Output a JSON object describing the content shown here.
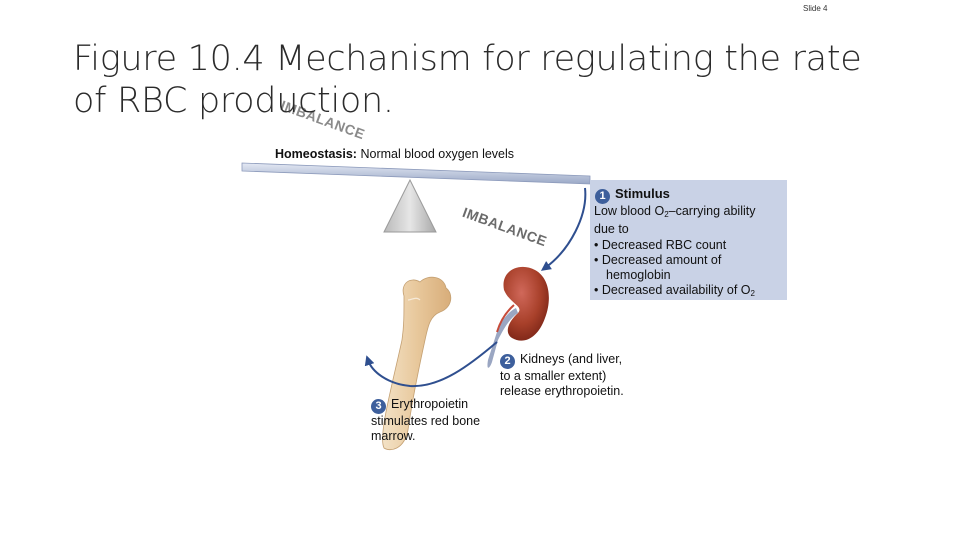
{
  "slide": {
    "number_label": "Slide 4"
  },
  "title": {
    "line1": "Figure 10.4 Mechanism for regulating the rate",
    "line2": "of RBC production."
  },
  "homeostasis": {
    "label": "Homeostasis:",
    "text": "Normal blood oxygen levels"
  },
  "imbalance_label": "IMBALANCE",
  "stimulus": {
    "number": "1",
    "heading": "Stimulus",
    "line1_pre": "Low blood O",
    "line1_sub": "2",
    "line1_post": "–carrying ability",
    "line2": "due to",
    "line3": "• Decreased RBC count",
    "line4": "• Decreased amount of",
    "line5": "hemoglobin",
    "line6_pre": "• Decreased availability of O",
    "line6_sub": "2"
  },
  "step2": {
    "number": "2",
    "line1": "Kidneys (and liver,",
    "line2": "to a smaller extent)",
    "line3": "release erythropoietin."
  },
  "step3": {
    "number": "3",
    "line1": "Erythropoietin",
    "line2": "stimulates red bone",
    "line3": "marrow."
  },
  "colors": {
    "stimulus_box": "#c9d2e6",
    "number_badge": "#3d5f9c",
    "arrow": "#2f4f8f",
    "beam": "#c5cee2",
    "kidney": "#a8402a",
    "bone": "#e6c9a3"
  },
  "icons": [
    "seesaw-icon",
    "kidney-icon",
    "bone-icon",
    "arrow-icon"
  ]
}
